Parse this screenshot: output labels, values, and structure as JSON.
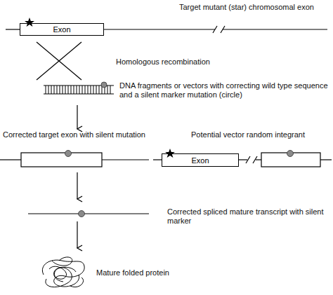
{
  "diagram": {
    "nodes": [
      {
        "text": [
          "Exon"
        ]
      },
      {
        "text": [
          "Exon"
        ]
      }
    ],
    "labels": [
      "Target mutant (star) chromosomal exon",
      "Homologous recombination",
      "DNA fragments or vectors with correcting wild type sequence and a silent marker mutation (circle)",
      "Corrected target exon with silent mutation",
      "Potential vector random integrant",
      "Corrected spliced mature transcript with silent marker",
      "Mature folded protein"
    ]
  }
}
